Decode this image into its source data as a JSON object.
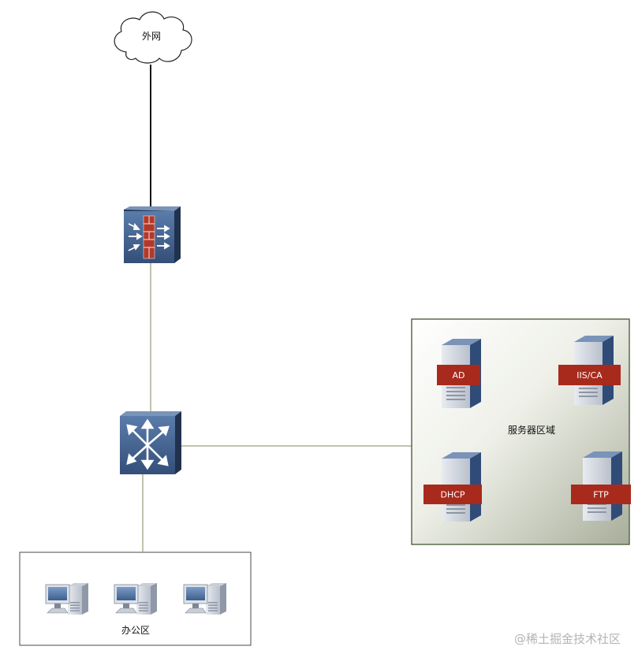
{
  "nodes": {
    "internet": {
      "label": "外网"
    },
    "firewall": {
      "label": ""
    },
    "core_switch": {
      "label": ""
    }
  },
  "server_zone": {
    "label": "服务器区域",
    "servers": [
      {
        "label": "AD"
      },
      {
        "label": "IIS/CA"
      },
      {
        "label": "DHCP"
      },
      {
        "label": "FTP"
      }
    ]
  },
  "office_zone": {
    "label": "办公区",
    "pc_count": 3
  },
  "watermark": "@稀土掘金技术社区",
  "colors": {
    "device_blue": "#3a5a86",
    "tag_red": "#a82a1c",
    "zone_border": "#5b6b4a",
    "link_line": "#7e8a5e",
    "wan_line": "#111111"
  }
}
